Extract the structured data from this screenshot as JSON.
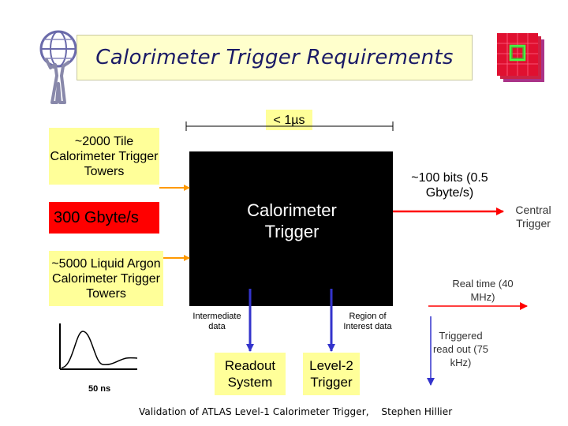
{
  "slide": {
    "title": "Calorimeter Trigger Requirements",
    "latency": "< 1µs",
    "tile_towers": "~2000 Tile Calorimeter Trigger Towers",
    "input_rate": "300 Gbyte/s",
    "lar_towers": "~5000 Liquid Argon Calorimeter Trigger Towers",
    "trigger_label": "Calorimeter Trigger",
    "output_bits": "~100 bits (0.5 Gbyte/s)",
    "central_trigger": "Central Trigger",
    "real_time": "Real time (40 MHz)",
    "intermediate_data": "Intermediate data",
    "roi_data": "Region of Interest data",
    "triggered_readout": "Triggered read out (75 kHz)",
    "readout_system": "Readout System",
    "level2": "Level-2 Trigger",
    "pulse_width": "50 ns",
    "footer": "Validation of ATLAS Level-1 Calorimeter Trigger,    Stephen Hillier"
  },
  "colors": {
    "title_bg": "#ffffcc",
    "box_yellow": "#ffff99",
    "rate_red": "#ff0000",
    "trigger_black": "#000000",
    "arrow_orange": "#ff9900",
    "arrow_red": "#ff0000",
    "arrow_blue": "#3333cc"
  },
  "icons": {
    "left_logo": "atlas-figure-logo-icon",
    "right_logo": "calorimeter-grid-logo-icon"
  }
}
